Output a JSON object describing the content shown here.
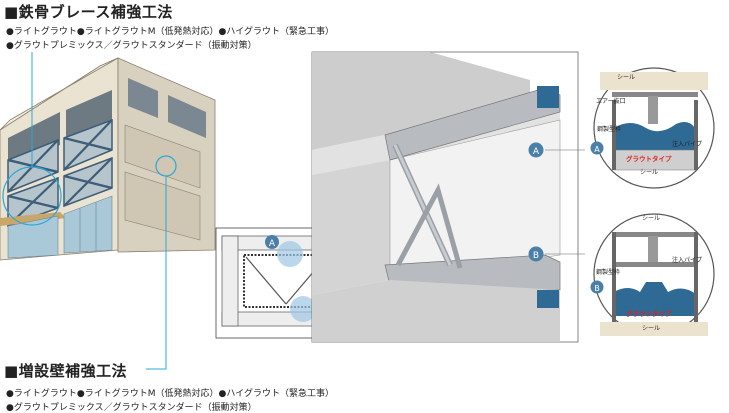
{
  "section1": {
    "title": "■鉄骨ブレース補強工法",
    "line1": "●ライトグラウト●ライトグラウトM（低発熱対応）●ハイグラウト（緊急工事）",
    "line2": "●グラウトプレミックス／グラウトスタンダード（振動対策）"
  },
  "section2": {
    "title": "■増設壁補強工法",
    "line1": "●ライトグラウト●ライトグラウトM（低発熱対応）●ハイグラウト（緊急工事）",
    "line2": "●グラウトプレミックス／グラウトスタンダード（振動対策）"
  },
  "markers": {
    "a": "A",
    "b": "B"
  },
  "detail_a": {
    "seal_top": "シール",
    "air_hole": "エアー抜口",
    "formwork": "鋼製型枠",
    "injection_pipe": "注入パイプ",
    "grout_type": "グラウトタイプ",
    "seal_bottom": "シール"
  },
  "detail_b": {
    "seal_top": "シール",
    "formwork": "鋼製型枠",
    "injection_pipe": "注入パイプ",
    "grout_type": "グラウトタイプ",
    "seal_bottom": "シール"
  },
  "colors": {
    "accent_line": "#29a8d8",
    "grout": "#2e6a94",
    "marker": "#4a7fa8",
    "grout_label": "#e0201c"
  }
}
